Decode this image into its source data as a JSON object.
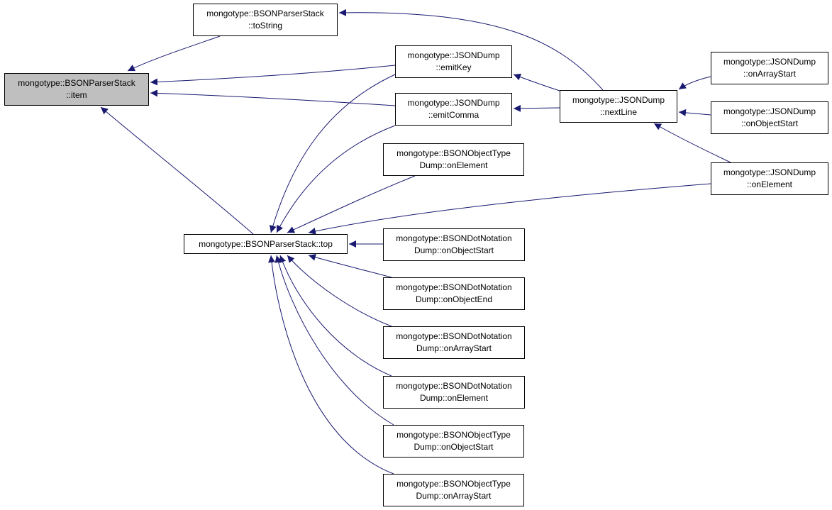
{
  "graph": {
    "edge_color": "#191970",
    "root_fill": "#bfbfbf",
    "node_fill": "#ffffff",
    "nodes": [
      {
        "id": "item",
        "lines": [
          "mongotype::BSONParserStack",
          "::item"
        ]
      },
      {
        "id": "toString",
        "lines": [
          "mongotype::BSONParserStack",
          "::toString"
        ]
      },
      {
        "id": "top",
        "lines": [
          "mongotype::BSONParserStack::top"
        ]
      },
      {
        "id": "emitKey",
        "lines": [
          "mongotype::JSONDump",
          "::emitKey"
        ]
      },
      {
        "id": "emitComma",
        "lines": [
          "mongotype::JSONDump",
          "::emitComma"
        ]
      },
      {
        "id": "otd_onElement",
        "lines": [
          "mongotype::BSONObjectType",
          "Dump::onElement"
        ]
      },
      {
        "id": "dnd_onObjectStart",
        "lines": [
          "mongotype::BSONDotNotation",
          "Dump::onObjectStart"
        ]
      },
      {
        "id": "dnd_onObjectEnd",
        "lines": [
          "mongotype::BSONDotNotation",
          "Dump::onObjectEnd"
        ]
      },
      {
        "id": "dnd_onArrayStart",
        "lines": [
          "mongotype::BSONDotNotation",
          "Dump::onArrayStart"
        ]
      },
      {
        "id": "dnd_onElement",
        "lines": [
          "mongotype::BSONDotNotation",
          "Dump::onElement"
        ]
      },
      {
        "id": "otd_onObjectStart",
        "lines": [
          "mongotype::BSONObjectType",
          "Dump::onObjectStart"
        ]
      },
      {
        "id": "otd_onArrayStart",
        "lines": [
          "mongotype::BSONObjectType",
          "Dump::onArrayStart"
        ]
      },
      {
        "id": "nextLine",
        "lines": [
          "mongotype::JSONDump",
          "::nextLine"
        ]
      },
      {
        "id": "jd_onArrayStart",
        "lines": [
          "mongotype::JSONDump",
          "::onArrayStart"
        ]
      },
      {
        "id": "jd_onObjectStart",
        "lines": [
          "mongotype::JSONDump",
          "::onObjectStart"
        ]
      },
      {
        "id": "jd_onElement",
        "lines": [
          "mongotype::JSONDump",
          "::onElement"
        ]
      }
    ],
    "edges": [
      {
        "from": "toString",
        "to": "item"
      },
      {
        "from": "emitKey",
        "to": "item"
      },
      {
        "from": "emitComma",
        "to": "item"
      },
      {
        "from": "top",
        "to": "item"
      },
      {
        "from": "nextLine",
        "to": "toString"
      },
      {
        "from": "nextLine",
        "to": "emitKey"
      },
      {
        "from": "nextLine",
        "to": "emitComma"
      },
      {
        "from": "jd_onArrayStart",
        "to": "nextLine"
      },
      {
        "from": "jd_onObjectStart",
        "to": "nextLine"
      },
      {
        "from": "jd_onElement",
        "to": "nextLine"
      },
      {
        "from": "emitKey",
        "to": "top"
      },
      {
        "from": "emitComma",
        "to": "top"
      },
      {
        "from": "otd_onElement",
        "to": "top"
      },
      {
        "from": "jd_onElement",
        "to": "top"
      },
      {
        "from": "dnd_onObjectStart",
        "to": "top"
      },
      {
        "from": "dnd_onObjectEnd",
        "to": "top"
      },
      {
        "from": "dnd_onArrayStart",
        "to": "top"
      },
      {
        "from": "dnd_onElement",
        "to": "top"
      },
      {
        "from": "otd_onObjectStart",
        "to": "top"
      },
      {
        "from": "otd_onArrayStart",
        "to": "top"
      }
    ]
  }
}
